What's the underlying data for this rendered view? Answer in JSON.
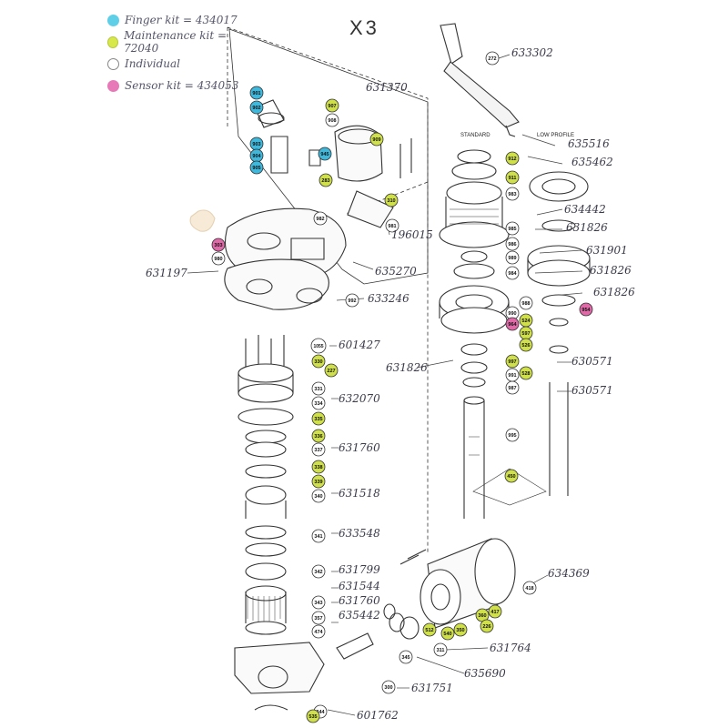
{
  "title": "X3",
  "legend": [
    {
      "label": "Finger kit = 434017",
      "color": "#5fcfe8",
      "icon": "cyan-dot"
    },
    {
      "label": "Maintenance kit = 72040",
      "color": "#d6e84a",
      "icon": "yellow-green-dot"
    },
    {
      "label": "Individual",
      "color": "#ffffff",
      "icon": "empty-circle"
    },
    {
      "label": "Sensor kit = 434053",
      "color": "#e879b8",
      "icon": "pink-dot"
    }
  ],
  "drum_labels": {
    "standard": "STANDARD",
    "low_profile": "LOW PROFILE"
  },
  "badge_colors": {
    "blue": "#3fb8dc",
    "green": "#cfe04a",
    "pink": "#e06aa8",
    "white": "#ffffff"
  },
  "badges": [
    {
      "id": "b901",
      "label": "901",
      "color": "blue"
    },
    {
      "id": "b902",
      "label": "902",
      "color": "blue"
    },
    {
      "id": "b903",
      "label": "903",
      "color": "blue"
    },
    {
      "id": "b904",
      "label": "904",
      "color": "blue"
    },
    {
      "id": "b905",
      "label": "905",
      "color": "blue"
    },
    {
      "id": "b907",
      "label": "907",
      "color": "green"
    },
    {
      "id": "b908",
      "label": "908",
      "color": "white"
    },
    {
      "id": "b909",
      "label": "909",
      "color": "green"
    },
    {
      "id": "b945",
      "label": "945",
      "color": "blue"
    },
    {
      "id": "b310",
      "label": "310",
      "color": "green"
    },
    {
      "id": "b283",
      "label": "283",
      "color": "green"
    },
    {
      "id": "b982",
      "label": "982",
      "color": "white"
    },
    {
      "id": "b981",
      "label": "981",
      "color": "white"
    },
    {
      "id": "b303",
      "label": "303",
      "color": "pink"
    },
    {
      "id": "b980",
      "label": "980",
      "color": "white"
    },
    {
      "id": "b992",
      "label": "992",
      "color": "white"
    },
    {
      "id": "b272",
      "label": "272",
      "color": "white"
    },
    {
      "id": "b912",
      "label": "912",
      "color": "green"
    },
    {
      "id": "b911",
      "label": "911",
      "color": "green"
    },
    {
      "id": "b983",
      "label": "983",
      "color": "white"
    },
    {
      "id": "b985",
      "label": "985",
      "color": "white"
    },
    {
      "id": "b986",
      "label": "986",
      "color": "white"
    },
    {
      "id": "b984",
      "label": "984",
      "color": "white"
    },
    {
      "id": "b989",
      "label": "989",
      "color": "white"
    },
    {
      "id": "b988",
      "label": "988",
      "color": "white"
    },
    {
      "id": "b990",
      "label": "990",
      "color": "white"
    },
    {
      "id": "b987",
      "label": "987",
      "color": "white"
    },
    {
      "id": "b954",
      "label": "954",
      "color": "pink"
    },
    {
      "id": "b524",
      "label": "524",
      "color": "green"
    },
    {
      "id": "b964",
      "label": "964",
      "color": "pink"
    },
    {
      "id": "b597",
      "label": "597",
      "color": "green"
    },
    {
      "id": "b526",
      "label": "526",
      "color": "green"
    },
    {
      "id": "b997",
      "label": "997",
      "color": "green"
    },
    {
      "id": "b528",
      "label": "528",
      "color": "green"
    },
    {
      "id": "b991",
      "label": "991",
      "color": "white"
    },
    {
      "id": "b995",
      "label": "995",
      "color": "white"
    },
    {
      "id": "b450",
      "label": "450",
      "color": "green"
    },
    {
      "id": "b1055",
      "label": "1055",
      "color": "white"
    },
    {
      "id": "b330",
      "label": "330",
      "color": "green"
    },
    {
      "id": "b227",
      "label": "227",
      "color": "green"
    },
    {
      "id": "b331",
      "label": "331",
      "color": "white"
    },
    {
      "id": "b334",
      "label": "334",
      "color": "white"
    },
    {
      "id": "b335",
      "label": "335",
      "color": "green"
    },
    {
      "id": "b336",
      "label": "336",
      "color": "green"
    },
    {
      "id": "b337",
      "label": "337",
      "color": "white"
    },
    {
      "id": "b338",
      "label": "338",
      "color": "green"
    },
    {
      "id": "b339",
      "label": "339",
      "color": "green"
    },
    {
      "id": "b340",
      "label": "340",
      "color": "white"
    },
    {
      "id": "b341",
      "label": "341",
      "color": "white"
    },
    {
      "id": "b342",
      "label": "342",
      "color": "white"
    },
    {
      "id": "b343",
      "label": "343",
      "color": "white"
    },
    {
      "id": "b357",
      "label": "357",
      "color": "white"
    },
    {
      "id": "b474",
      "label": "474",
      "color": "white"
    },
    {
      "id": "b345",
      "label": "345",
      "color": "white"
    },
    {
      "id": "b300",
      "label": "300",
      "color": "white"
    },
    {
      "id": "b344",
      "label": "344",
      "color": "white"
    },
    {
      "id": "b535",
      "label": "535",
      "color": "green"
    },
    {
      "id": "b418",
      "label": "418",
      "color": "white"
    },
    {
      "id": "b360",
      "label": "360",
      "color": "green"
    },
    {
      "id": "b417",
      "label": "417",
      "color": "green"
    },
    {
      "id": "b226",
      "label": "226",
      "color": "green"
    },
    {
      "id": "b512",
      "label": "512",
      "color": "green"
    },
    {
      "id": "b540",
      "label": "540",
      "color": "green"
    },
    {
      "id": "b350",
      "label": "350",
      "color": "green"
    },
    {
      "id": "b311",
      "label": "311",
      "color": "white"
    }
  ],
  "part_numbers": [
    {
      "id": "p633302",
      "label": "633302"
    },
    {
      "id": "p631370",
      "label": "631370"
    },
    {
      "id": "p635516",
      "label": "635516"
    },
    {
      "id": "p635462",
      "label": "635462"
    },
    {
      "id": "p634442",
      "label": "634442"
    },
    {
      "id": "p631826a",
      "label": "631826"
    },
    {
      "id": "p631901",
      "label": "631901"
    },
    {
      "id": "p631826b",
      "label": "631826"
    },
    {
      "id": "p631826c",
      "label": "631826"
    },
    {
      "id": "p196015",
      "label": "196015"
    },
    {
      "id": "p631197",
      "label": "631197"
    },
    {
      "id": "p635270",
      "label": "635270"
    },
    {
      "id": "p633246",
      "label": "633246"
    },
    {
      "id": "p601427",
      "label": "601427"
    },
    {
      "id": "p631826d",
      "label": "631826"
    },
    {
      "id": "p630571a",
      "label": "630571"
    },
    {
      "id": "p630571b",
      "label": "630571"
    },
    {
      "id": "p632070",
      "label": "632070"
    },
    {
      "id": "p631760a",
      "label": "631760"
    },
    {
      "id": "p631518",
      "label": "631518"
    },
    {
      "id": "p633548",
      "label": "633548"
    },
    {
      "id": "p631799",
      "label": "631799"
    },
    {
      "id": "p631544",
      "label": "631544"
    },
    {
      "id": "p631760b",
      "label": "631760"
    },
    {
      "id": "p635442",
      "label": "635442"
    },
    {
      "id": "p634369",
      "label": "634369"
    },
    {
      "id": "p631764",
      "label": "631764"
    },
    {
      "id": "p635690",
      "label": "635690"
    },
    {
      "id": "p631751",
      "label": "631751"
    },
    {
      "id": "p601762",
      "label": "601762"
    }
  ]
}
